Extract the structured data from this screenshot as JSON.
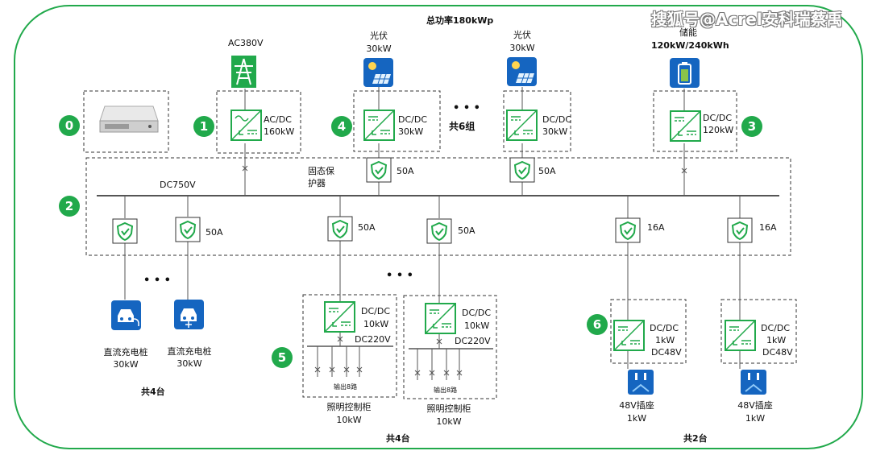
{
  "title": "总功率180kWp",
  "watermark": "搜狐号@Acrel安科瑞蔡禹",
  "colors": {
    "frame": "#21a94b",
    "accent": "#21a94b",
    "icon_blue": "#1565c0",
    "line": "#555555"
  },
  "badges": [
    "0",
    "1",
    "2",
    "3",
    "4",
    "5",
    "6"
  ],
  "grid": {
    "label": "AC380V",
    "icon": "power-pylon-icon"
  },
  "pv": [
    {
      "label": "光伏",
      "power": "30kW",
      "icon": "solar-panel-icon"
    },
    {
      "label": "光伏",
      "power": "30kW",
      "icon": "solar-panel-icon"
    }
  ],
  "storage": {
    "label": "储能",
    "power": "120kW/240kWh",
    "icon": "battery-icon"
  },
  "converters": {
    "acdc": {
      "type": "AC/DC",
      "power": "160kW"
    },
    "pv1": {
      "type": "DC/DC",
      "power": "30kW"
    },
    "pv2": {
      "type": "DC/DC",
      "power": "30kW"
    },
    "storage": {
      "type": "DC/DC",
      "power": "120kW"
    }
  },
  "pv_group_count": "共6组",
  "ellipsis": "• • •",
  "bus": {
    "voltage": "DC750V",
    "breaker_label": "固态保\n护器"
  },
  "breakers": {
    "top": [
      "50A",
      "50A"
    ],
    "bottom": [
      "50A",
      "50A",
      "50A",
      "16A",
      "16A"
    ]
  },
  "chargers": {
    "label": "直流充电桩",
    "power": "30kW",
    "count": "共4台",
    "icon": "ev-charger-icon"
  },
  "lighting": {
    "converter_type": "DC/DC",
    "converter_power": "10kW",
    "bus": "DC220V",
    "output": "输出8路",
    "name": "照明控制柜",
    "power": "10kW",
    "count": "共4台"
  },
  "sockets": {
    "converter_type": "DC/DC",
    "converter_power": "1kW",
    "bus": "DC48V",
    "name": "48V插座",
    "power": "1kW",
    "count": "共2台",
    "icon": "socket-icon"
  }
}
